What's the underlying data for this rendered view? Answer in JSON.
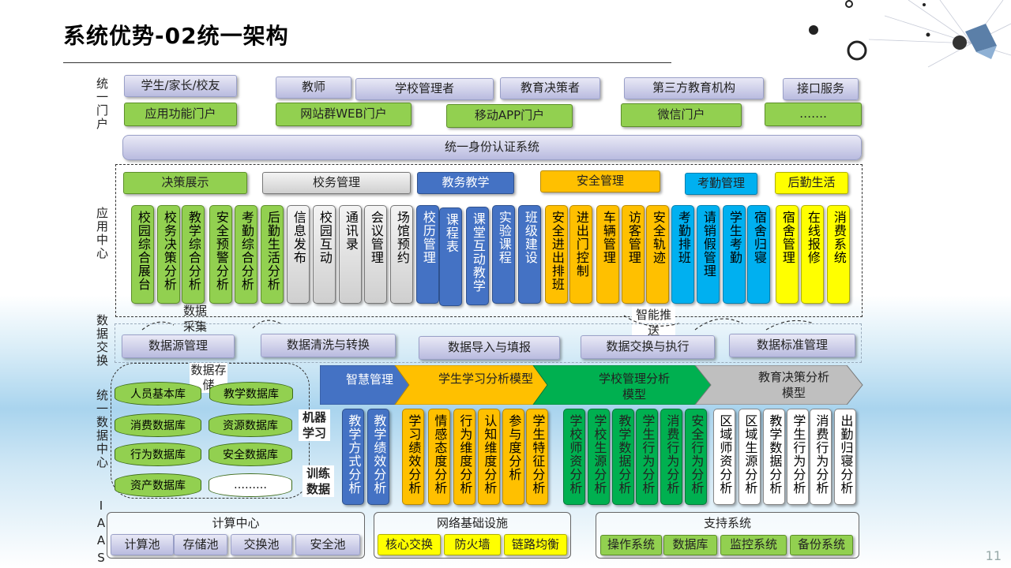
{
  "title": "系统优势-02统一架构",
  "page_number": "11",
  "side_labels": {
    "portal": "统一门户",
    "app_center": "应用中心",
    "exchange": "数据交换",
    "data_center": "统一数据中心",
    "iaas": "IAAS"
  },
  "portal": {
    "users": [
      "学生/家长/校友",
      "教师",
      "学校管理者",
      "教育决策者",
      "第三方教育机构",
      "接口服务"
    ],
    "channels": [
      "应用功能门户",
      "网站群WEB门户",
      "移动APP门户",
      "微信门户",
      "……."
    ],
    "auth": "统一身份认证系统"
  },
  "app_center": {
    "categories": [
      "决策展示",
      "校务管理",
      "教务教学",
      "安全管理",
      "考勤管理",
      "后勤生活"
    ],
    "apps": [
      "校园综合展台",
      "校务决策分析",
      "教学综合分析",
      "安全预警分析",
      "考勤综合分析",
      "后勤生活分析",
      "信息发布",
      "校园互动",
      "通讯录",
      "会议管理",
      "场馆预约",
      "校历管理",
      "课程表",
      "课堂互动教学",
      "实验课程",
      "班级建设",
      "安全进出排班",
      "进出门控制",
      "车辆管理",
      "访客管理",
      "安全轨迹",
      "考勤排班",
      "请销假管理",
      "学生考勤",
      "宿舍归寝",
      "宿舍管理",
      "在线报修",
      "消费系统"
    ]
  },
  "flows": {
    "collect": "数据采集",
    "push": "智能推送",
    "storage": "数据存储",
    "ml": "机器学习",
    "train": "训练数据"
  },
  "exchange": {
    "items": [
      "数据源管理",
      "数据清洗与转换",
      "数据导入与填报",
      "数据交换与执行",
      "数据标准管理"
    ]
  },
  "data_center": {
    "dbs": [
      "人员基本库",
      "教学数据库",
      "消费数据库",
      "资源数据库",
      "行为数据库",
      "安全数据库",
      "资产数据库",
      "………"
    ],
    "models": [
      "智慧管理",
      "学生学习分析模型",
      "学校管理分析模型",
      "教育决策分析模型"
    ],
    "analyses": [
      "教学方式分析",
      "教学绩效分析",
      "学习绩效分析",
      "情感态度分析",
      "行为维度分析",
      "认知维度分析",
      "参与度分析",
      "学生特征分析",
      "学校师资分析",
      "学校生源分析",
      "教学数据分析",
      "学生行为分析",
      "消费行为分析",
      "安全行为分析",
      "区域师资分析",
      "区域生源分析",
      "教学数据分析",
      "学生行为分析",
      "消费行为分析",
      "出勤归寝分析"
    ]
  },
  "iaas": {
    "groups": [
      {
        "title": "计算中心",
        "items": [
          "计算池",
          "存储池",
          "交换池",
          "安全池"
        ]
      },
      {
        "title": "网络基础设施",
        "items": [
          "核心交换",
          "防火墙",
          "链路均衡"
        ]
      },
      {
        "title": "支持系统",
        "items": [
          "操作系统",
          "数据库",
          "监控系统",
          "备份系统"
        ]
      }
    ]
  },
  "colors": {
    "green": "#92d050",
    "blue": "#4472c4",
    "orange": "#ffc000",
    "cyan": "#00b0f0",
    "yellow": "#ffff00",
    "dark_green": "#00b050"
  }
}
